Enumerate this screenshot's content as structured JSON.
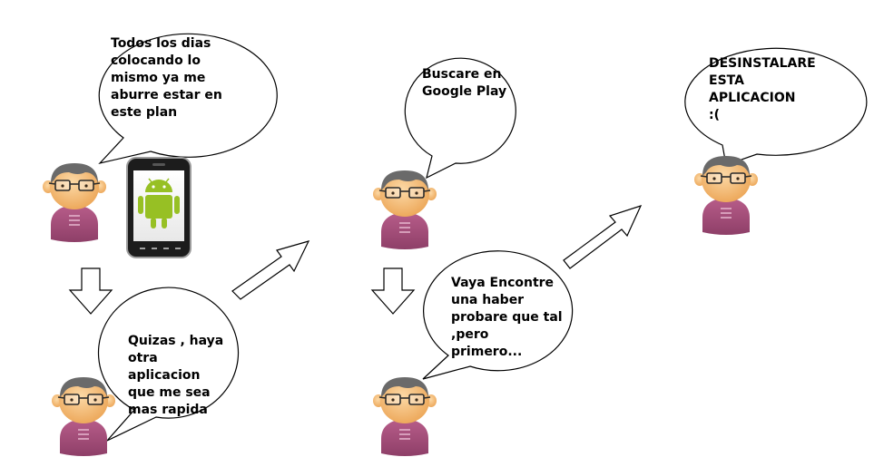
{
  "scenes": [
    {
      "id": "scene1",
      "text": "Todos los dias\ncolocando lo\nmismo ya me\naburre estar en\neste plan"
    },
    {
      "id": "scene2",
      "text": "Quizas , haya\notra\naplicacion\nque me sea\nmas rapida"
    },
    {
      "id": "scene3",
      "text": "Buscare en\nGoogle Play"
    },
    {
      "id": "scene4",
      "text": "Vaya Encontre\nuna haber\nprobare que tal\n,pero\nprimero..."
    },
    {
      "id": "scene5",
      "text": "DESINSTALARE\nESTA\nAPLICACION\n      :("
    }
  ],
  "colors": {
    "skin": "#F6C27E",
    "skin_shade": "#E9A85F",
    "hair": "#6E6E6E",
    "shirt": "#A24E78",
    "shirt_shade": "#8A3E64",
    "android_green": "#97C024",
    "phone_body": "#1E1E1E",
    "phone_rim": "#9A9A9A"
  },
  "icons": [
    "person-icon",
    "smartphone-icon",
    "android-robot-icon",
    "arrow-down-icon",
    "arrow-diagonal-icon"
  ]
}
